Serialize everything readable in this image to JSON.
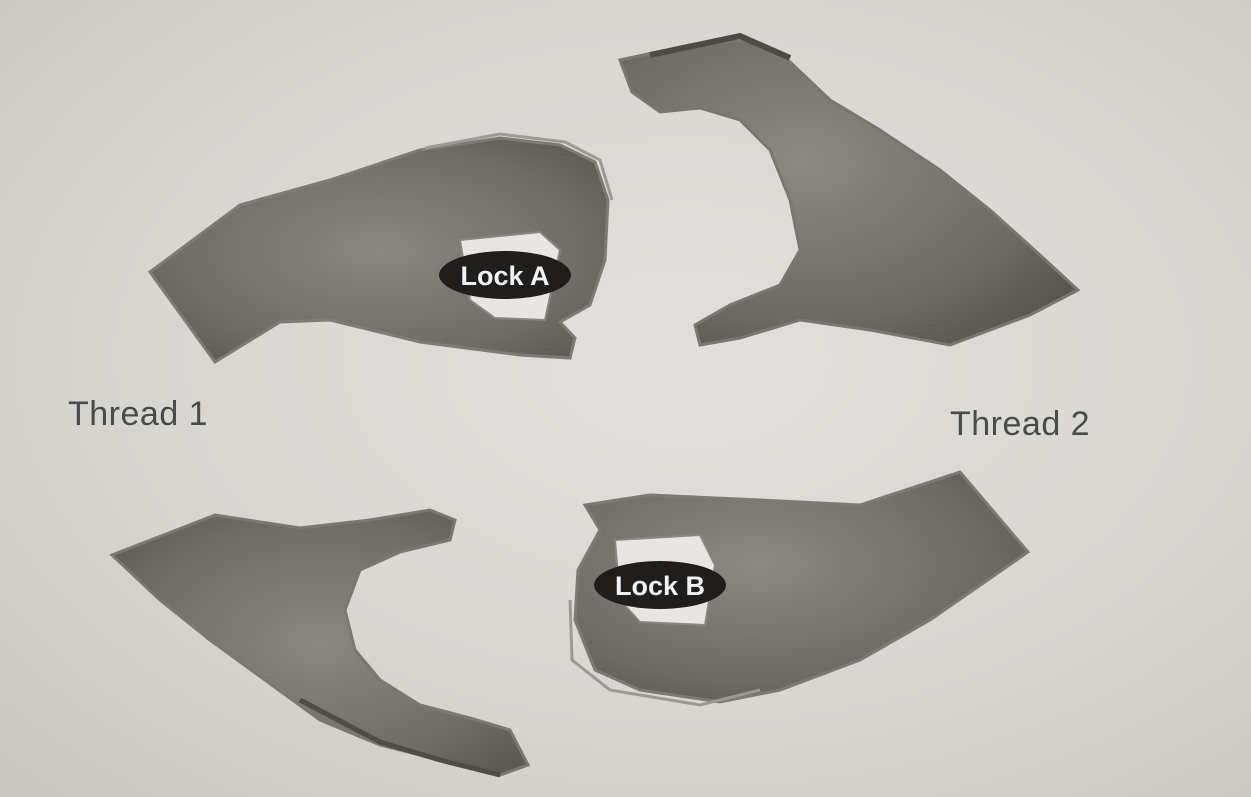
{
  "threads": {
    "left": "Thread 1",
    "right": "Thread 2"
  },
  "locks": {
    "a": "Lock A",
    "b": "Lock B"
  },
  "colors": {
    "hand": "#6e6b66",
    "hand_light": "#9a9792",
    "outline": "#8e8b86",
    "lock_oval": "#1f1e1d",
    "background": "#dcdad5"
  }
}
